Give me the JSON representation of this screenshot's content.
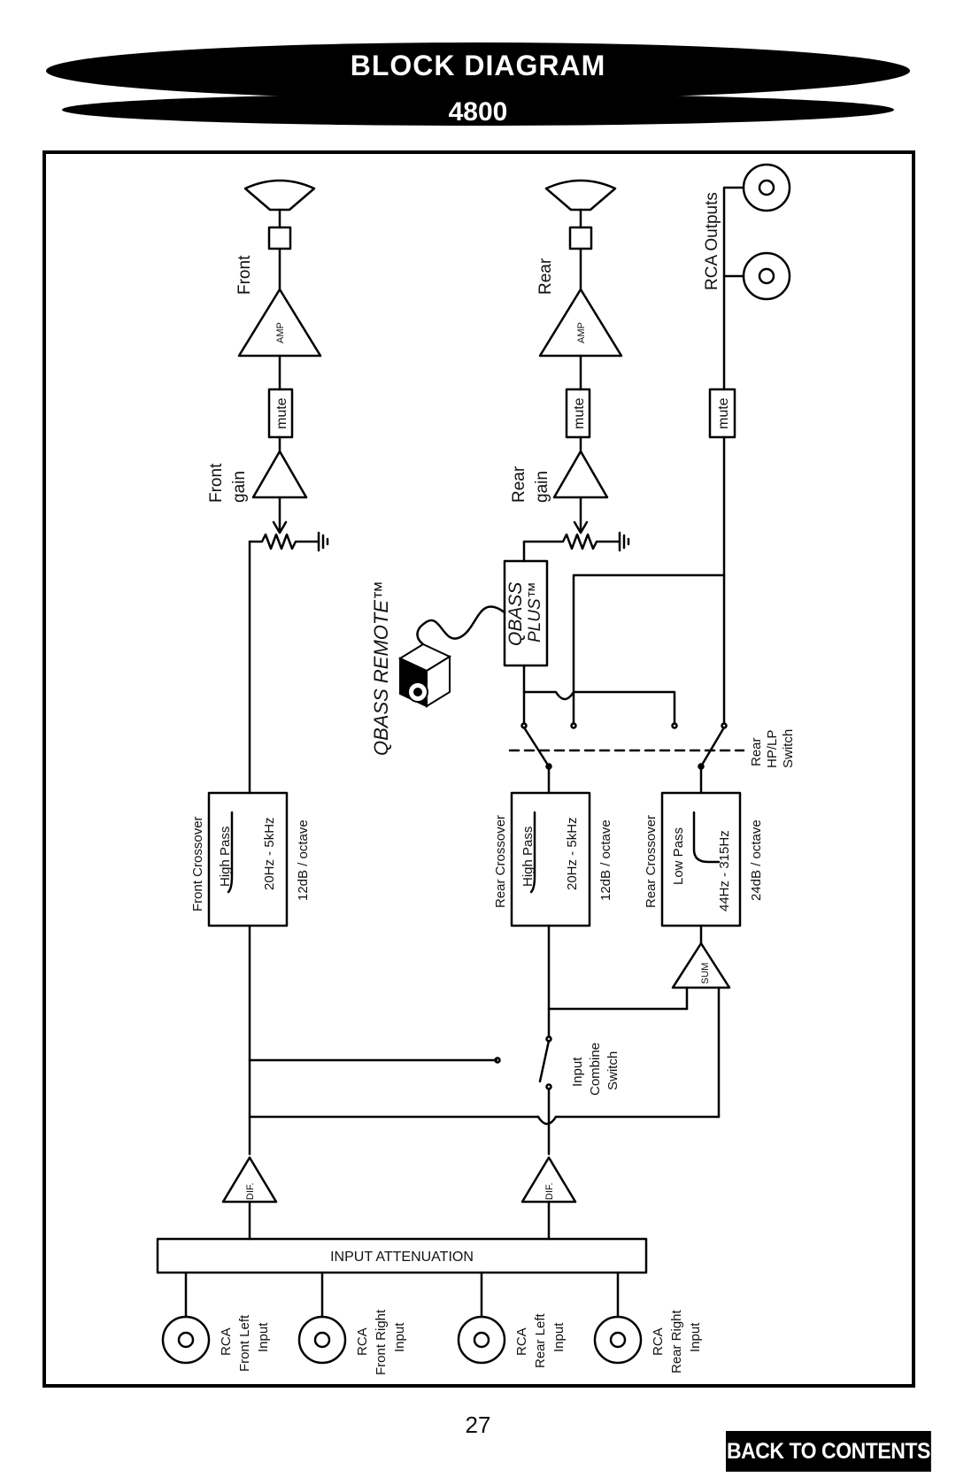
{
  "header": {
    "title": "BLOCK DIAGRAM",
    "model": "4800"
  },
  "outputs": {
    "front_label": "Front",
    "rear_label": "Rear",
    "rca_outputs_label": "RCA Outputs",
    "amp_label": "AMP",
    "mute_label": "mute",
    "front_gain_1": "Front",
    "front_gain_2": "gain",
    "rear_gain_1": "Rear",
    "rear_gain_2": "gain"
  },
  "qbass": {
    "remote_label": "QBASS REMOTE™",
    "plus_label_1": "QBASS",
    "plus_label_2": "PLUS™"
  },
  "switches": {
    "rear_hplp_1": "Rear",
    "rear_hplp_2": "HP/LP",
    "rear_hplp_3": "Switch",
    "input_combine_1": "Input",
    "input_combine_2": "Combine",
    "input_combine_3": "Switch"
  },
  "crossovers": {
    "front": {
      "title": "Front Crossover",
      "type": "High Pass",
      "range": "20Hz - 5kHz",
      "slope": "12dB / octave"
    },
    "rear_hp": {
      "title": "Rear Crossover",
      "type": "High Pass",
      "range": "20Hz - 5kHz",
      "slope": "12dB / octave"
    },
    "rear_lp": {
      "title": "Rear Crossover",
      "type": "Low Pass",
      "range": "44Hz - 315Hz",
      "slope": "24dB / octave"
    }
  },
  "processing": {
    "sum_label": "SUM",
    "dif_label": "DIF.",
    "input_attenuation": "INPUT ATTENUATION"
  },
  "inputs": [
    {
      "line1": "RCA",
      "line2": "Front Left",
      "line3": "Input"
    },
    {
      "line1": "RCA",
      "line2": "Front Right",
      "line3": "Input"
    },
    {
      "line1": "RCA",
      "line2": "Rear Left",
      "line3": "Input"
    },
    {
      "line1": "RCA",
      "line2": "Rear Right",
      "line3": "Input"
    }
  ],
  "footer": {
    "page_number": "27",
    "back_to_contents": "BACK TO CONTENTS"
  }
}
